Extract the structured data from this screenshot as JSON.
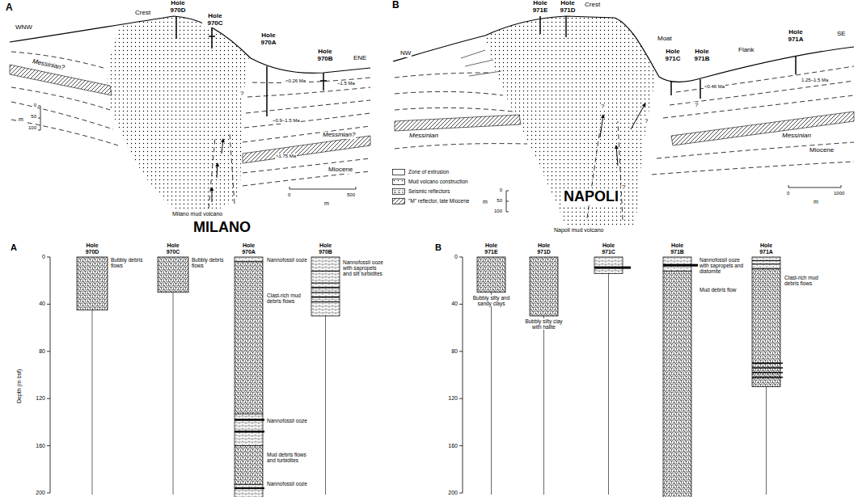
{
  "diagram": {
    "nodes": [
      {
        "text": [
          "Hole 970D",
          "Bubbly debris flows"
        ]
      },
      {
        "text": [
          "Hole 970C",
          "Bubbly debris flows"
        ]
      },
      {
        "text": [
          "Hole 970A",
          "Nannofossil ooze",
          "Clast-rich mud debris flows",
          "Nannofossil ooze",
          "Mud debris flows and turbidites",
          "Nannofossil ooze"
        ]
      },
      {
        "text": [
          "Hole 970B",
          "Nannofossil ooze with sapropels and silt turbidites"
        ]
      },
      {
        "text": [
          "Hole 971E",
          "Bubbly silty and sandy clays"
        ]
      },
      {
        "text": [
          "Hole 971D",
          "Bubbly silty clay with halite"
        ]
      },
      {
        "text": [
          "Hole 971C"
        ]
      },
      {
        "text": [
          "Hole 971B",
          "Nannofossil ooze with sapropels and diatomite",
          "Mud debris flow"
        ]
      },
      {
        "text": [
          "Hole 971A",
          "Clast-rich mud debris flows"
        ]
      }
    ],
    "labels": [
      "A",
      "WNW",
      "Crest",
      "Hole 970D",
      "Hole 970C",
      "Hole 970A",
      "Hole 970B",
      "ENE",
      "<0.26 Ma",
      "~1.5 Ma",
      "?",
      "~0.9–1.5 Ma",
      ">1.75 Ma",
      "Messinian?",
      "Messinian?",
      "Miocene",
      "m",
      "0",
      "50",
      "100",
      "0",
      "500",
      "m",
      "Milano mud volcano",
      "MILANO",
      "B",
      "NW",
      "Hole 971E",
      "Hole 971D",
      "Crest",
      "Moat",
      "Hole 971C",
      "Hole 971B",
      "Flank",
      "Hole 971A",
      "SE",
      "<0.46 Ma",
      "1.25–1.5 Ma",
      "?",
      "?",
      "?",
      "Messinian",
      "Messinian",
      "Miocene",
      "?",
      "m",
      "0",
      "50",
      "100",
      "NAPOLI",
      "Napoli mud volcano",
      "0",
      "1000",
      "m",
      "A",
      "Depth (m bsf)",
      "0",
      "40",
      "80",
      "120",
      "160",
      "200",
      "B",
      "0",
      "40",
      "80",
      "120",
      "160",
      "200"
    ],
    "legend": [
      {
        "text": "Zone of extrusion"
      },
      {
        "text": "Mud volcano construction"
      },
      {
        "text": "Seismic reflectors"
      },
      {
        "text": "\"M\" reflector, late Miocene"
      }
    ]
  }
}
